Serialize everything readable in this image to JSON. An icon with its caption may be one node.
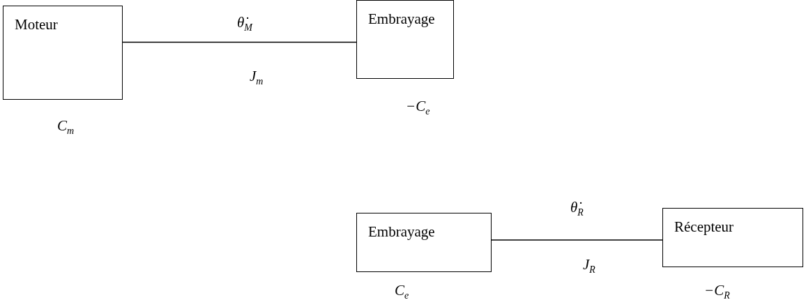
{
  "diagram": {
    "nodes": [
      {
        "text": [
          "Moteur"
        ],
        "beside": [
          "C$_{m}$"
        ]
      },
      {
        "text": [
          "Embrayage"
        ],
        "beside": [
          "−C$_{e}$"
        ]
      },
      {
        "text": [
          "Embrayage"
        ],
        "beside": [
          "C$_{e}$"
        ]
      },
      {
        "text": [
          "Récepteur"
        ],
        "beside": [
          "−C$_{R}$"
        ]
      }
    ],
    "edges": [
      {
        "from": 0,
        "to": 1,
        "arrow": "none",
        "label": "θ̇$_{M}$"
      },
      {
        "from": 2,
        "to": 3,
        "arrow": "none",
        "label": "θ̇$_{R}$"
      }
    ],
    "labels": [
      "J$_{m}$",
      "J$_{R}$"
    ]
  }
}
